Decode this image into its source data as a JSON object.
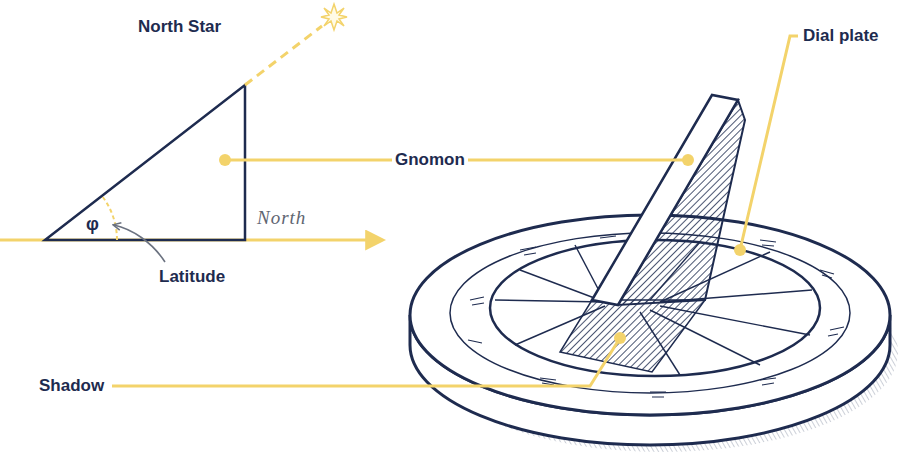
{
  "diagram": {
    "labels": [
      "North Star",
      "Gnomon",
      "Dial plate",
      "φ",
      "North",
      "Latitude",
      "Shadow"
    ]
  }
}
